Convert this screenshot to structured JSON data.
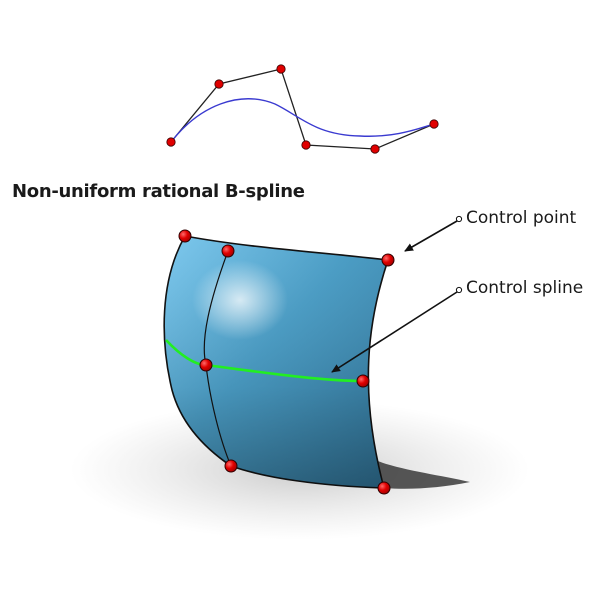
{
  "title": "Non-uniform rational B-spline",
  "callouts": {
    "control_point": "Control point",
    "control_spline": "Control spline"
  },
  "colors": {
    "control_point_fill": "#e00000",
    "curve": "#3a3ad0",
    "control_spline": "#22ee22",
    "surface": "#4a9cc4",
    "control_polygon": "#222222"
  }
}
